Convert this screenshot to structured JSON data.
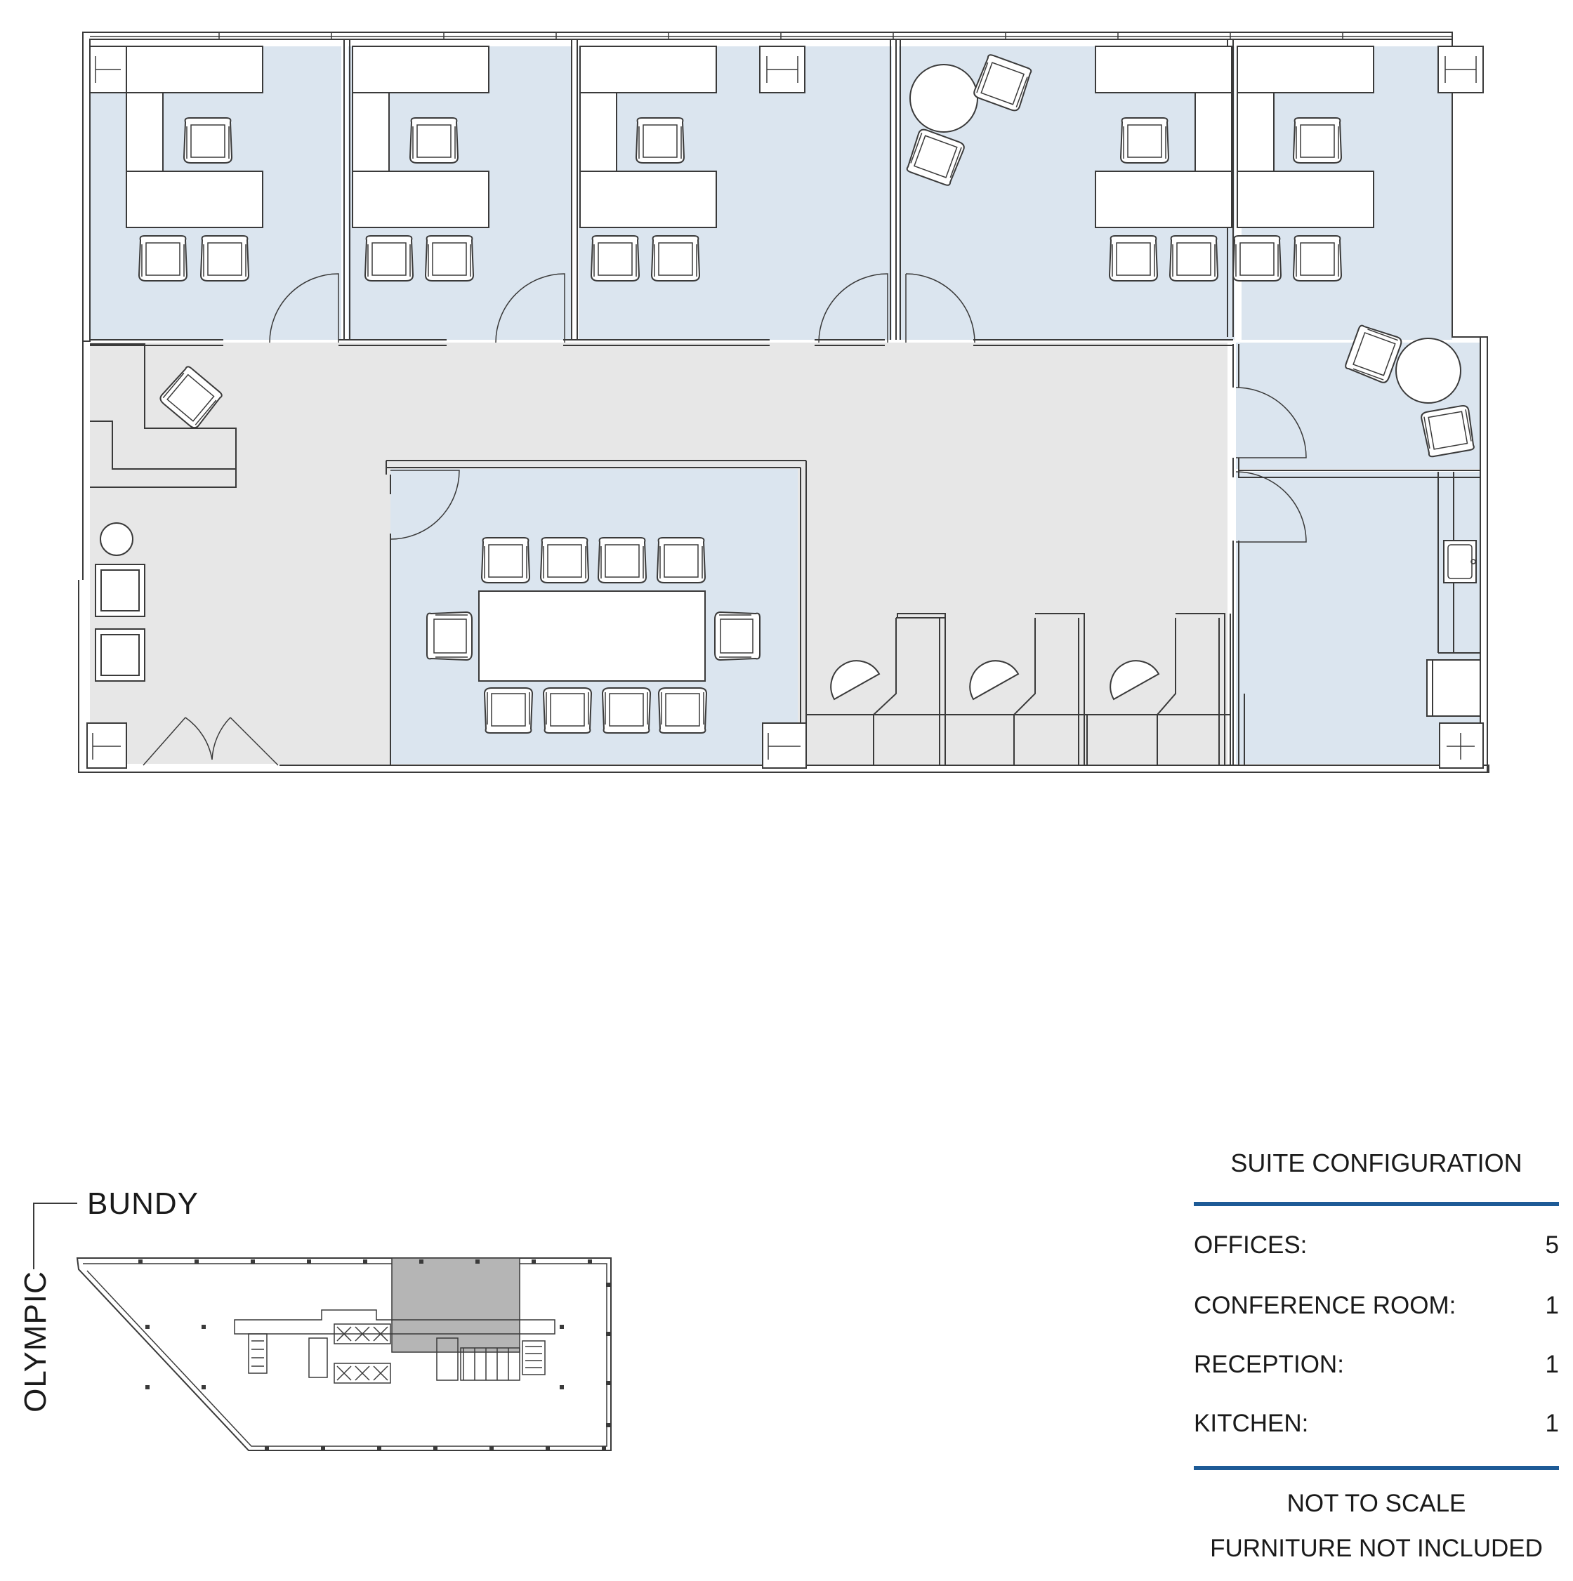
{
  "streets": {
    "north": "BUNDY",
    "west": "OLYMPIC"
  },
  "legend": {
    "title": "SUITE CONFIGURATION",
    "rows": [
      {
        "label": "OFFICES:",
        "value": "5"
      },
      {
        "label": "CONFERENCE ROOM:",
        "value": "1"
      },
      {
        "label": "RECEPTION:",
        "value": "1"
      },
      {
        "label": "KITCHEN:",
        "value": "1"
      }
    ],
    "notes": [
      "NOT TO SCALE",
      "FURNITURE NOT INCLUDED"
    ]
  },
  "colors": {
    "room_fill": "#dbe5ef",
    "common_fill": "#e7e7e7",
    "accent_rule": "#1d5a96",
    "highlight_suite": "#b5b5b5"
  }
}
